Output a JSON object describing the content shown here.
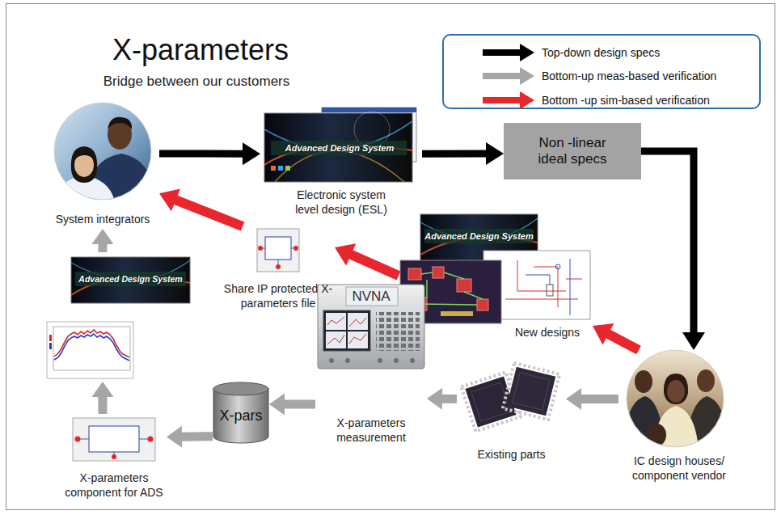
{
  "diagram": {
    "title": "X-parameters",
    "nodes": [
      {
        "text": [
          "System integrators"
        ]
      },
      {
        "text": [
          "Advanced Design System",
          "Electronic system level design (ESL)"
        ]
      },
      {
        "text": [
          "Non -linear ideal specs"
        ]
      },
      {
        "text": [
          "Advanced Design System"
        ]
      },
      {
        "text": [
          "Share IP protected X-parameters file"
        ]
      },
      {
        "text": [
          "Advanced Design System",
          "New designs"
        ]
      },
      {
        "text": [
          "X-parameters component for ADS"
        ]
      },
      {
        "text": [
          "X-pars"
        ]
      },
      {
        "text": [
          "NVNA",
          "X-parameters measurement"
        ]
      },
      {
        "text": [
          "Existing parts"
        ]
      },
      {
        "text": [
          "IC design houses/ component vendor"
        ]
      }
    ],
    "edges": [
      {
        "from": 0,
        "to": 1,
        "arrow": "to"
      },
      {
        "from": 1,
        "to": 2,
        "arrow": "to"
      },
      {
        "from": 2,
        "to": 10,
        "arrow": "to"
      },
      {
        "from": 4,
        "to": 0,
        "arrow": "to"
      },
      {
        "from": 5,
        "to": 4,
        "arrow": "to"
      },
      {
        "from": 10,
        "to": 5,
        "arrow": "to"
      },
      {
        "from": 10,
        "to": 9,
        "arrow": "to"
      },
      {
        "from": 9,
        "to": 8,
        "arrow": "to"
      },
      {
        "from": 8,
        "to": 7,
        "arrow": "to"
      },
      {
        "from": 7,
        "to": 6,
        "arrow": "to"
      },
      {
        "from": 6,
        "to": 3,
        "arrow": "to"
      },
      {
        "from": 3,
        "to": 0,
        "arrow": "to"
      }
    ],
    "labels": [
      "Bridge between our customers"
    ],
    "legend": [
      {
        "text": "Top-down design specs",
        "color": "#000000"
      },
      {
        "text": "Bottom-up meas-based verification",
        "color": "#a6a6a6"
      },
      {
        "text": "Bottom -up sim-based verification",
        "color": "#e8262d"
      }
    ]
  }
}
